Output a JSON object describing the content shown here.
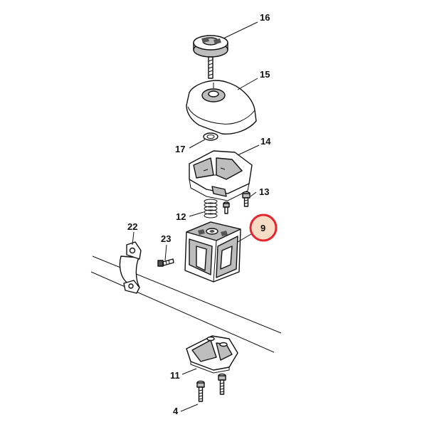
{
  "diagram": {
    "labels": {
      "p16": "16",
      "p15": "15",
      "p17": "17",
      "p14": "14",
      "p13": "13",
      "p12": "12",
      "p9": "9",
      "p22": "22",
      "p23": "23",
      "p11": "11",
      "p4": "4"
    },
    "highlighted_part": "9",
    "colors": {
      "highlight_ring": "#e3262f",
      "highlight_fill": "#f7dcc6",
      "line": "#111111",
      "shade": "#bdbdbd"
    }
  }
}
